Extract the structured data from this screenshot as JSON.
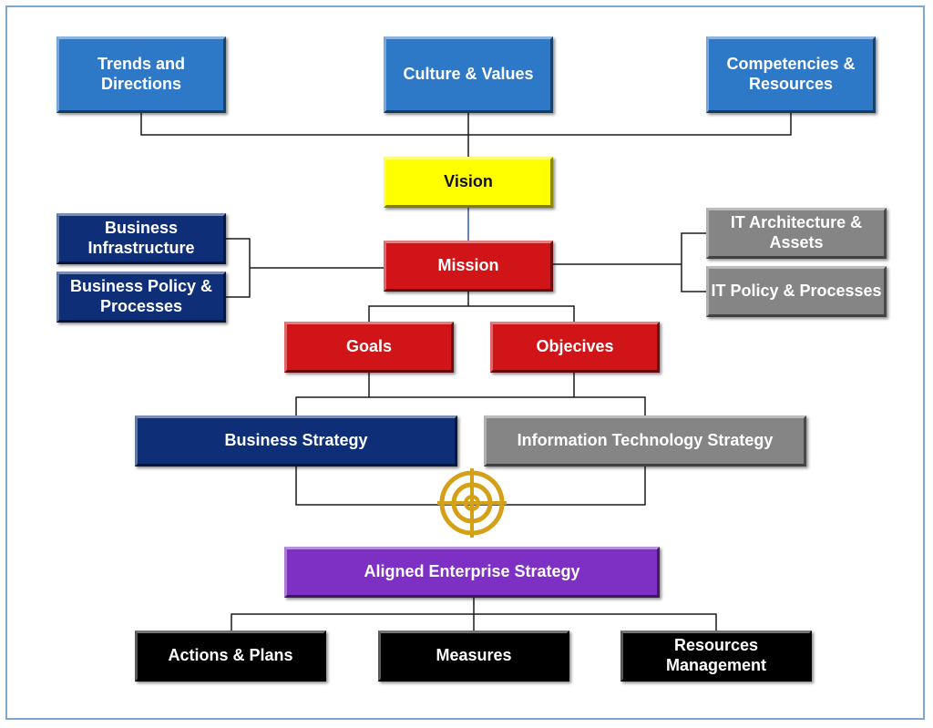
{
  "colors": {
    "blue": "#2e78c8",
    "yellow": "#ffff00",
    "red": "#d01418",
    "navy": "#0e2f78",
    "gray": "#858585",
    "purple": "#7f30c4",
    "black": "#000000",
    "target": "#d4a017",
    "frame": "#7fa6cf"
  },
  "nodes": {
    "trends": "Trends and Directions",
    "culture": "Culture & Values",
    "competencies": "Competencies & Resources",
    "vision": "Vision",
    "mission": "Mission",
    "business_infrastructure": "Business Infrastructure",
    "business_policy": "Business Policy & Processes",
    "it_architecture": "IT Architecture & Assets",
    "it_policy": "IT Policy & Processes",
    "goals": "Goals",
    "objectives": "Objecives",
    "business_strategy": "Business Strategy",
    "it_strategy": "Information Technology Strategy",
    "aligned_strategy": "Aligned Enterprise Strategy",
    "actions": "Actions & Plans",
    "measures": "Measures",
    "resources": "Resources Management"
  },
  "icons": {
    "alignment": "target-icon"
  }
}
